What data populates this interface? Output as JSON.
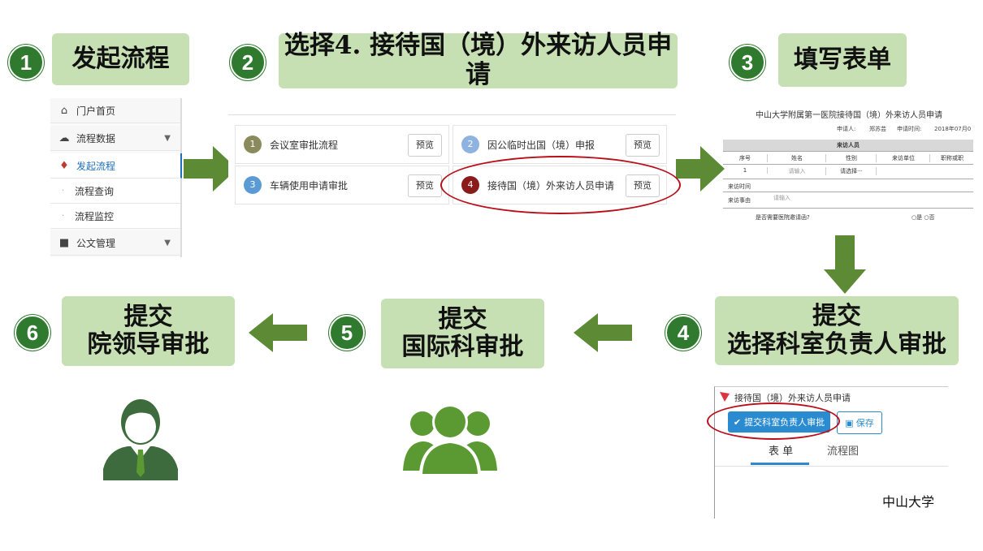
{
  "steps": [
    {
      "num": "1",
      "lines": [
        "发起流程"
      ]
    },
    {
      "num": "2",
      "lines": [
        "选择4. 接待国（境）外来访人员申请"
      ]
    },
    {
      "num": "3",
      "lines": [
        "填写表单"
      ]
    },
    {
      "num": "4",
      "lines": [
        "提交",
        "选择科室负责人审批"
      ]
    },
    {
      "num": "5",
      "lines": [
        "提交",
        "国际科审批"
      ]
    },
    {
      "num": "6",
      "lines": [
        "提交",
        "院领导审批"
      ]
    }
  ],
  "menu": {
    "items": [
      {
        "icon": "home-icon",
        "glyph": "⌂",
        "label": "门户首页"
      },
      {
        "icon": "cloud-upload-icon",
        "glyph": "☁",
        "label": "流程数据"
      },
      {
        "icon": "flame-icon",
        "glyph": "♦",
        "label": "发起流程"
      },
      {
        "icon": "sub-dot-icon",
        "glyph": "·",
        "label": "流程查询"
      },
      {
        "icon": "sub-dot-icon",
        "glyph": "·",
        "label": "流程监控"
      },
      {
        "icon": "folder-icon",
        "glyph": "■",
        "label": "公文管理"
      }
    ]
  },
  "process_list": {
    "preview_label": "预览",
    "items": [
      {
        "num": "1",
        "label": "会议室审批流程",
        "color": "#8a8a5c"
      },
      {
        "num": "2",
        "label": "因公临时出国（境）申报",
        "color": "#8fb3e0"
      },
      {
        "num": "3",
        "label": "车辆使用申请审批",
        "color": "#5b9bd5"
      },
      {
        "num": "4",
        "label": "接待国（境）外来访人员申请",
        "color": "#8b1a1a"
      }
    ]
  },
  "form": {
    "title": "中山大学附属第一医院接待国（境）外来访人员申请",
    "applicant_label": "申请人:",
    "applicant": "郑苏芸",
    "date_label": "申请时间:",
    "date": "2018年07月0",
    "section": "来访人员",
    "columns": [
      "序号",
      "姓名",
      "性别",
      "来访单位",
      "职称或职"
    ],
    "row": [
      "1",
      "请输入",
      "请选择···"
    ],
    "visit_time_label": "来访时间",
    "visit_reason_label": "来访事由",
    "visit_reason_placeholder": "请输入",
    "invite_question": "是否需要医院邀请函?",
    "yes": "是",
    "no": "否"
  },
  "submit_panel": {
    "title": "接待国（境）外来访人员申请",
    "submit_button": "提交科室负责人审批",
    "save_button": "保存",
    "tab_form": "表 单",
    "tab_flow": "流程图",
    "footer": "中山大学"
  },
  "colors": {
    "badge": "#2f7a2f",
    "label_bg": "#c6e0b4",
    "arrow": "#5c8a35",
    "highlight": "#b80f1a",
    "person_dark": "#3e6b3e",
    "person_green": "#5b9a32"
  }
}
